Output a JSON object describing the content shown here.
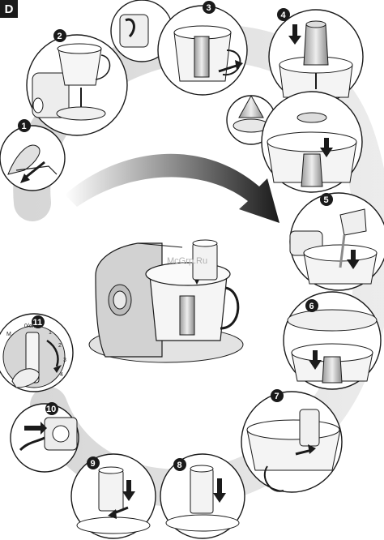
{
  "section_label": "D",
  "watermark": "McGrp.Ru",
  "steps": [
    "1",
    "2",
    "3",
    "4",
    "5",
    "6",
    "7",
    "8",
    "9",
    "10",
    "11"
  ],
  "dial": {
    "labels": [
      "M",
      "0/off",
      "1",
      "2",
      "3",
      "4"
    ]
  },
  "colors": {
    "ink": "#1a1a1a",
    "arrow_gray": "#d8d8d8",
    "panel_gray": "#bdbdbd",
    "white": "#ffffff"
  }
}
